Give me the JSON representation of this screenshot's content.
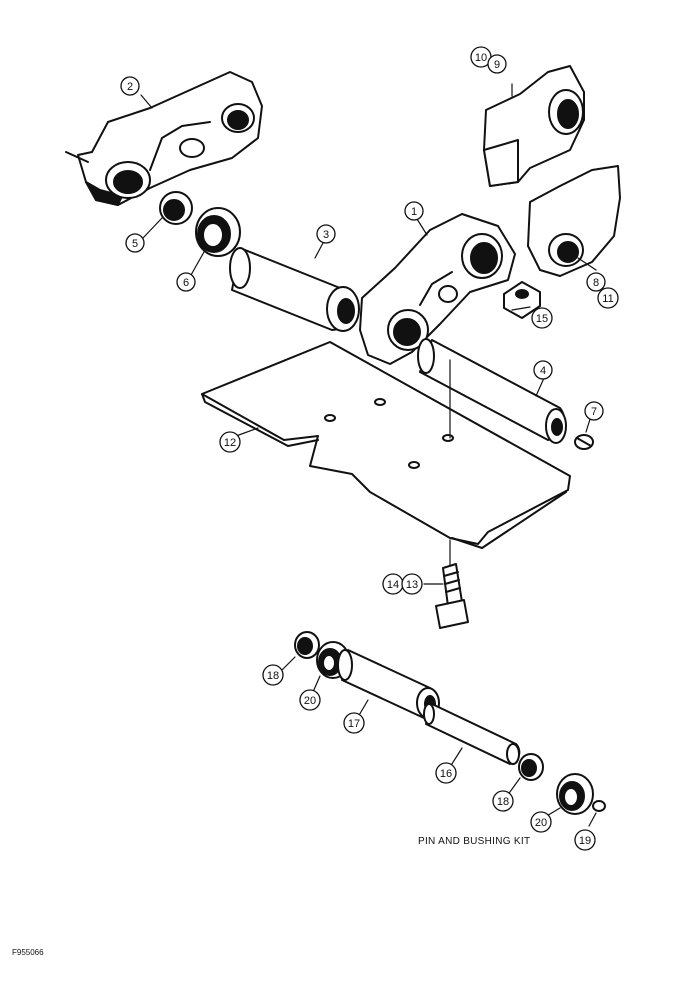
{
  "diagram": {
    "caption": "PIN AND BUSHING KIT",
    "figure_code": "F955066",
    "callouts": {
      "c1": "1",
      "c2": "2",
      "c3": "3",
      "c4": "4",
      "c5": "5",
      "c6": "6",
      "c7": "7",
      "c8": "8",
      "c9": "9",
      "c10": "10",
      "c11": "11",
      "c12": "12",
      "c13": "13",
      "c14": "14",
      "c15": "15",
      "c16": "16",
      "c17": "17",
      "c18a": "18",
      "c18b": "18",
      "c19": "19",
      "c20a": "20",
      "c20b": "20"
    }
  }
}
